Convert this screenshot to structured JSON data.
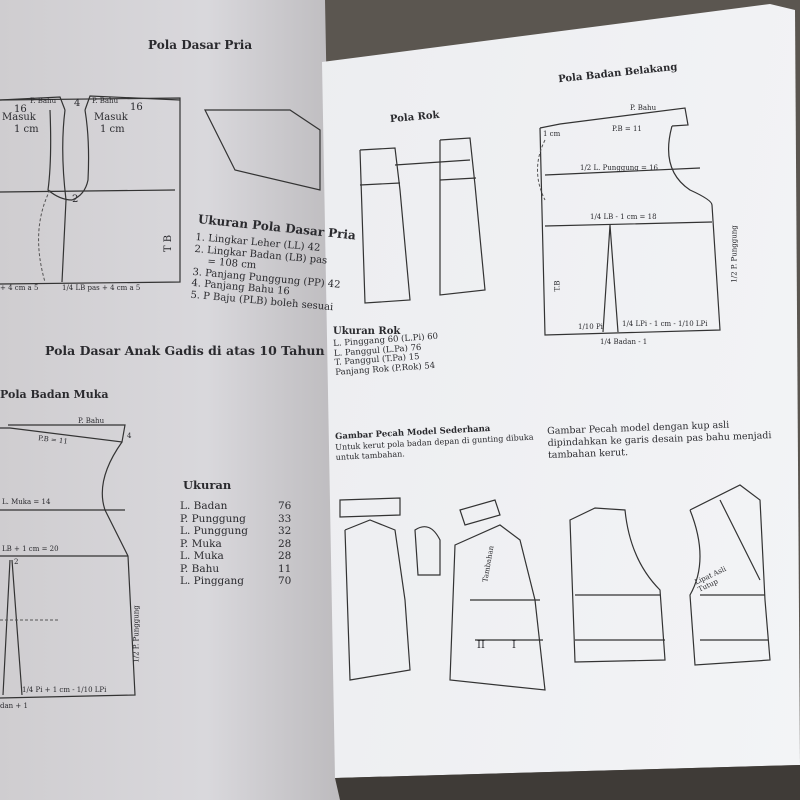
{
  "left_page": {
    "title_pria": "Pola Dasar Pria",
    "pria_labels": {
      "p_bahu_1": "P. Bahu",
      "p_bahu_2": "P. Bahu",
      "n16a": "16",
      "n16b": "16",
      "n4": "4",
      "masuk_1": "Masuk",
      "masuk_2": "Masuk",
      "cm_1": "1 cm",
      "cm_2": "1 cm",
      "n2": "2",
      "tb": "T B",
      "bottom_1": "+ 4 cm a 5",
      "bottom_2": "1/4 LB pas + 4 cm a 5"
    },
    "ukuran_pria_title": "Ukuran Pola Dasar Pria",
    "ukuran_pria_items": [
      "1. Lingkar Leher (LL) 42",
      "2. Lingkar Badan (LB) pas",
      "= 108 cm",
      "3. Panjang Punggung (PP) 42",
      "4. Panjang Bahu 16",
      "5. P Baju (PLB) boleh sesuai"
    ],
    "title_gadis": "Pola Dasar Anak Gadis di atas 10 Tahun",
    "subtitle_muka": "Pola Badan Muka",
    "muka_labels": {
      "p_bahu": "P. Bahu",
      "pb": "P.B = 11",
      "n4": "4",
      "l_muka": "L. Muka = 14",
      "lb": "LB + 1 cm = 20",
      "n2": "2",
      "p_punggung": "1/2 P. Punggung",
      "bottom": "1/4 Pi + 1 cm - 1/10 LPi",
      "dan": "dan + 1"
    },
    "ukuran_title": "Ukuran",
    "ukuran_items": [
      {
        "label": "L. Badan",
        "value": "76"
      },
      {
        "label": "P. Punggung",
        "value": "33"
      },
      {
        "label": "L. Punggung",
        "value": "32"
      },
      {
        "label": "P. Muka",
        "value": "28"
      },
      {
        "label": "L. Muka",
        "value": "28"
      },
      {
        "label": "P. Bahu",
        "value": "11"
      },
      {
        "label": "L. Pinggang",
        "value": "70"
      }
    ]
  },
  "right_page": {
    "title_rok": "Pola Rok",
    "ukuran_rok_title": "Ukuran Rok",
    "ukuran_rok_items": [
      "L. Pinggang 60 (L.Pi) 60",
      "L. Panggul (L.Pa) 76",
      "T. Panggul (T.Pa) 15",
      "Panjang Rok (P.Rok) 54"
    ],
    "title_belakang": "Pola Badan Belakang",
    "belakang_labels": {
      "p_bahu": "P. Bahu",
      "pb": "P.B = 11",
      "cm": "1 cm",
      "l_punggung": "1/2 L. Punggung = 16",
      "lb": "1/4 LB - 1 cm = 18",
      "p_punggung": "1/2 P. Punggung",
      "tb": "T.B",
      "bottom_1": "1/10 Pi",
      "bottom_2": "1/4 LPi - 1 cm - 1/10 LPi",
      "badan": "1/4 Badan - 1"
    },
    "pecah_title": "Gambar Pecah Model Sederhana",
    "pecah_desc": "Untuk kerut pola badan depan di gunting dibuka untuk tambahan.",
    "pecah2_desc": "Gambar Pecah model dengan kup asli dipindahkan ke garis desain pas bahu menjadi tambahan kerut.",
    "pecah_labels": {
      "tambahan": "Tambahan",
      "ii": "II",
      "i": "I",
      "lipat": "Lipat Asli Tutup"
    }
  }
}
